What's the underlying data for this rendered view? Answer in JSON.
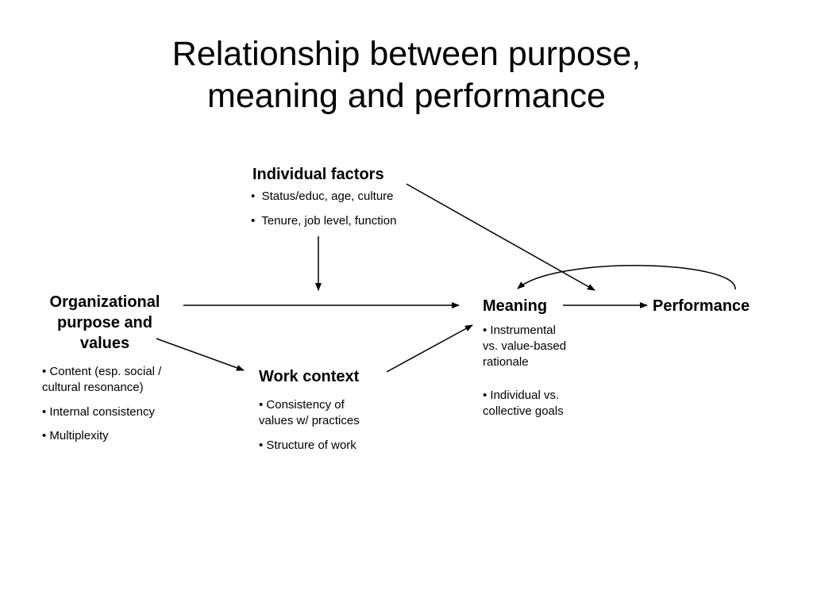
{
  "title": {
    "line1": "Relationship between purpose,",
    "line2": "meaning and performance"
  },
  "individual_factors": {
    "heading": "Individual factors",
    "bullets": [
      "•  Status/educ, age, culture",
      "•  Tenure, job level, function"
    ]
  },
  "organizational": {
    "heading_lines": [
      "Organizational",
      "purpose and",
      "values"
    ],
    "bullets": [
      [
        "• Content (esp. social /",
        "cultural resonance)"
      ],
      [
        "• Internal consistency"
      ],
      [
        "• Multiplexity"
      ]
    ]
  },
  "work_context": {
    "heading": "Work context",
    "bullets": [
      [
        "• Consistency of",
        "values w/ practices"
      ],
      [
        "• Structure of work"
      ]
    ]
  },
  "meaning": {
    "heading": "Meaning",
    "bullets": [
      [
        "• Instrumental",
        "vs. value-based",
        "rationale"
      ],
      [
        "• Individual vs.",
        "collective goals"
      ]
    ]
  },
  "performance": {
    "heading": "Performance"
  },
  "colors": {
    "text": "#000000",
    "background": "#ffffff",
    "arrow": "#000000"
  }
}
